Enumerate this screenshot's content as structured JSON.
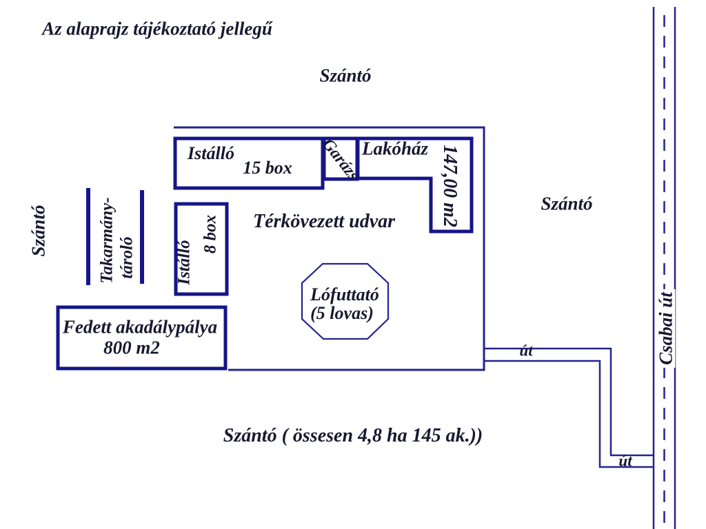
{
  "note": "Az alaprajz tájékoztató jellegű",
  "areas": {
    "szanto_top": "Szántó",
    "szanto_left": "Szántó",
    "szanto_right": "Szántó",
    "szanto_bottom": "Szántó ( össesen 4,8 ha 145 ak.))",
    "courtyard": "Térkövezett udvar"
  },
  "buildings": {
    "stable15": {
      "name": "Istálló",
      "capacity": "15 box"
    },
    "garage": {
      "name": "Garázs"
    },
    "house": {
      "name": "Lakóház",
      "area": "147,00 m2"
    },
    "stable8": {
      "name": "Istálló",
      "capacity": "8 box"
    },
    "feed_storage": {
      "line1": "Takarmány-",
      "line2": "tároló"
    },
    "covered_course": {
      "line1": "Fedett akadálypálya",
      "line2": "800 m2"
    },
    "horse_run": {
      "line1": "Lófuttató",
      "line2": "(5 lovas)"
    }
  },
  "roads": {
    "road_upper": "út",
    "road_lower": "út",
    "main_road": "Csabai út"
  },
  "colors": {
    "line": "#23238e",
    "building": "#15158a",
    "text": "#181830"
  }
}
